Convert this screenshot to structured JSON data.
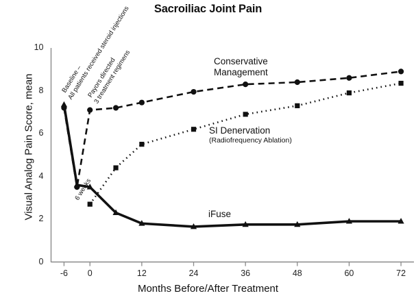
{
  "chart_data": {
    "type": "line",
    "title": "Sacroiliac Joint Pain",
    "xlabel": "Months Before/After Treatment",
    "ylabel": "Visual Analog Pain Score, mean",
    "xlim": [
      -9,
      75
    ],
    "ylim": [
      0,
      10
    ],
    "xticks": [
      -6,
      0,
      12,
      24,
      36,
      48,
      60,
      72
    ],
    "xtick_labels": [
      "-6",
      "0",
      "12",
      "24",
      "36",
      "48",
      "60",
      "72"
    ],
    "yticks": [
      0,
      2,
      4,
      6,
      8,
      10
    ],
    "ytick_labels": [
      "0",
      "2",
      "4",
      "6",
      "8",
      "10"
    ],
    "grid": false,
    "legend_position": "inline-annotations",
    "series": [
      {
        "name": "Conservative Management",
        "marker": "circle",
        "linestyle": "dashed",
        "x": [
          -6,
          -3,
          0,
          6,
          12,
          24,
          36,
          48,
          60,
          72
        ],
        "values": [
          7.2,
          3.5,
          7.1,
          7.2,
          7.45,
          7.95,
          8.3,
          8.4,
          8.6,
          8.9
        ]
      },
      {
        "name": "SI Denervation",
        "sublabel": "(Radiofrequency Ablation)",
        "marker": "square",
        "linestyle": "dotted",
        "x": [
          0,
          6,
          12,
          24,
          36,
          48,
          60,
          72
        ],
        "values": [
          2.7,
          4.4,
          5.5,
          6.2,
          6.9,
          7.3,
          7.9,
          8.35
        ]
      },
      {
        "name": "iFuse",
        "marker": "triangle",
        "linestyle": "solid",
        "x": [
          -6,
          -3,
          0,
          6,
          12,
          24,
          36,
          48,
          60,
          72
        ],
        "values": [
          7.35,
          3.6,
          3.5,
          2.3,
          1.8,
          1.65,
          1.75,
          1.75,
          1.9,
          1.9
        ]
      }
    ],
    "annotations": [
      {
        "text": "Baseline –",
        "x": -6,
        "y": 8.1,
        "rotation": -58
      },
      {
        "text": "All patients received steroid injections",
        "x": -6,
        "y": 8.0,
        "rotation": -58
      },
      {
        "text": "Payors directed",
        "x": 0,
        "y": 7.9,
        "rotation": -58
      },
      {
        "text": "3 treatment regimens",
        "x": 0,
        "y": 7.8,
        "rotation": -58
      },
      {
        "text": "6 weeks",
        "x": -3,
        "y": 3.1,
        "rotation": -58
      }
    ]
  },
  "series_labels": {
    "conservative": "Conservative",
    "conservative2": "Management",
    "denervation": "SI Denervation",
    "denervation_sub": "(Radiofrequency Ablation)",
    "ifuse": "iFuse"
  },
  "colors": {
    "ink": "#111111",
    "axis": "#888888",
    "background": "#ffffff"
  }
}
